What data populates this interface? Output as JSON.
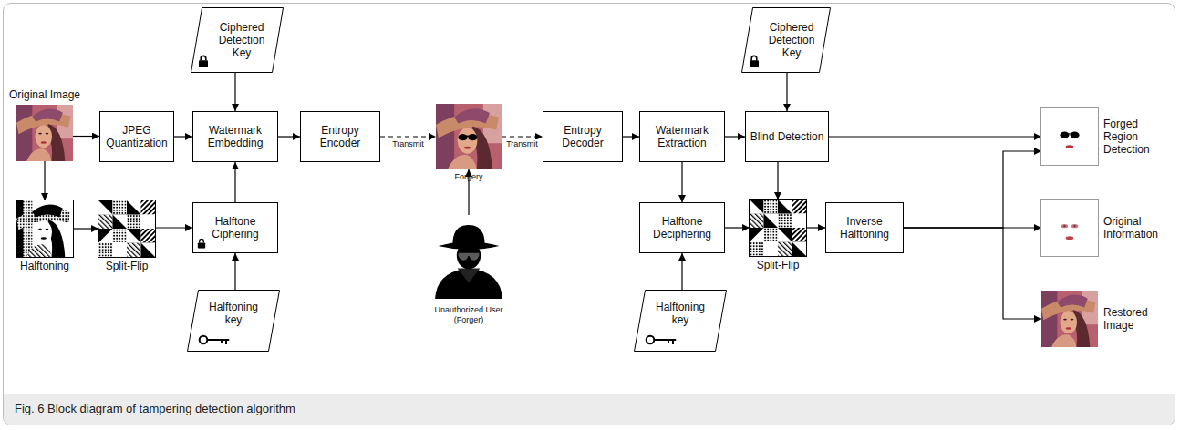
{
  "diagram": {
    "caption": "Fig. 6 Block diagram of tampering detection algorithm",
    "nodes": [
      {
        "text": [
          "Original Image"
        ]
      },
      {
        "text": [
          "Halftoning"
        ]
      },
      {
        "text": [
          "Split-Flip"
        ]
      },
      {
        "text": [
          "JPEG Quantization"
        ]
      },
      {
        "text": [
          "Ciphered Detection Key"
        ]
      },
      {
        "text": [
          "Watermark Embedding"
        ]
      },
      {
        "text": [
          "Halftone Ciphering"
        ]
      },
      {
        "text": [
          "Halftoning key"
        ]
      },
      {
        "text": [
          "Entropy Encoder"
        ]
      },
      {
        "text": [
          "Forgery"
        ]
      },
      {
        "text": [
          "Unauthorized User (Forger)"
        ]
      },
      {
        "text": [
          "Entropy Decoder"
        ]
      },
      {
        "text": [
          "Watermark Extraction"
        ]
      },
      {
        "text": [
          "Ciphered Detection Key"
        ]
      },
      {
        "text": [
          "Blind Detection"
        ]
      },
      {
        "text": [
          "Halftone Deciphering"
        ]
      },
      {
        "text": [
          "Halftoning key"
        ]
      },
      {
        "text": [
          "Split-Flip"
        ]
      },
      {
        "text": [
          "Inverse Halftoning"
        ]
      },
      {
        "text": [
          "Forged Region Detection"
        ]
      },
      {
        "text": [
          "Original Information"
        ]
      },
      {
        "text": [
          "Restored Image"
        ]
      }
    ],
    "edges": [
      {
        "from": 0,
        "to": 3,
        "arrow": "to"
      },
      {
        "from": 0,
        "to": 1,
        "arrow": "to"
      },
      {
        "from": 1,
        "to": 2,
        "arrow": "to"
      },
      {
        "from": 2,
        "to": 6,
        "arrow": "to"
      },
      {
        "from": 3,
        "to": 5,
        "arrow": "to"
      },
      {
        "from": 4,
        "to": 5,
        "arrow": "to"
      },
      {
        "from": 6,
        "to": 5,
        "arrow": "to"
      },
      {
        "from": 7,
        "to": 6,
        "arrow": "to"
      },
      {
        "from": 5,
        "to": 8,
        "arrow": "to"
      },
      {
        "from": 8,
        "to": 9,
        "label": "Transmit",
        "arrow": "to"
      },
      {
        "from": 10,
        "to": 9,
        "arrow": "to"
      },
      {
        "from": 9,
        "to": 11,
        "label": "Transmit",
        "arrow": "to"
      },
      {
        "from": 11,
        "to": 12,
        "arrow": "to"
      },
      {
        "from": 12,
        "to": 14,
        "arrow": "to"
      },
      {
        "from": 13,
        "to": 14,
        "arrow": "to"
      },
      {
        "from": 12,
        "to": 15,
        "arrow": "to"
      },
      {
        "from": 16,
        "to": 15,
        "arrow": "to"
      },
      {
        "from": 15,
        "to": 17,
        "arrow": "to"
      },
      {
        "from": 14,
        "to": 17,
        "arrow": "to"
      },
      {
        "from": 17,
        "to": 18,
        "arrow": "to"
      },
      {
        "from": 14,
        "to": 19,
        "arrow": "to"
      },
      {
        "from": 18,
        "to": 19,
        "arrow": "to"
      },
      {
        "from": 18,
        "to": 20,
        "arrow": "to"
      },
      {
        "from": 18,
        "to": 21,
        "arrow": "to"
      }
    ]
  }
}
